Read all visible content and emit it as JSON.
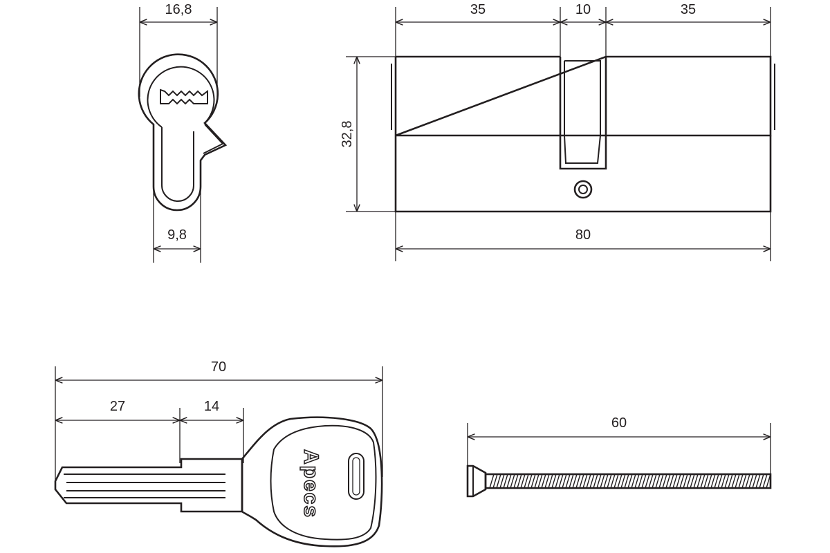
{
  "front_view": {
    "width_label": "16,8",
    "bottom_width_label": "9,8"
  },
  "side_view": {
    "half_length_left": "35",
    "middle_label": "10",
    "half_length_right": "35",
    "height_label": "32,8",
    "total_length": "80"
  },
  "key": {
    "total_length": "70",
    "blade_length": "27",
    "shoulder_length": "14",
    "brand_mark": "Apecs"
  },
  "screw": {
    "length_label": "60"
  }
}
